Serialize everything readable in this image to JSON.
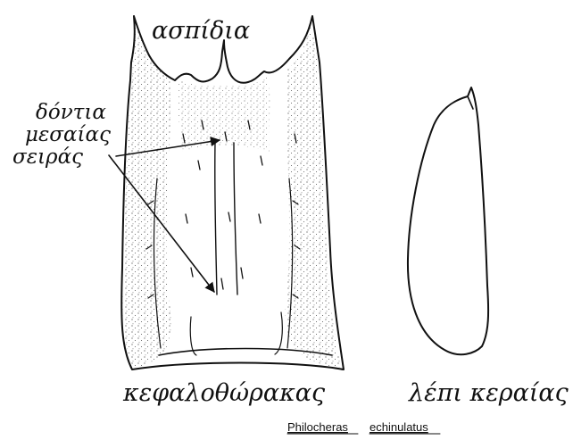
{
  "labels": {
    "top": "ασπίδια",
    "teeth_line1": "δόντια",
    "teeth_line2": "μεσαίας",
    "teeth_line3": "σειράς",
    "carapace": "κεφαλοθώρακας",
    "tail_scale": "λέπι κεραίας"
  },
  "caption": {
    "genus": "Philocheras",
    "species": "echinulatus"
  },
  "colors": {
    "ink": "#111111",
    "background": "#ffffff"
  }
}
